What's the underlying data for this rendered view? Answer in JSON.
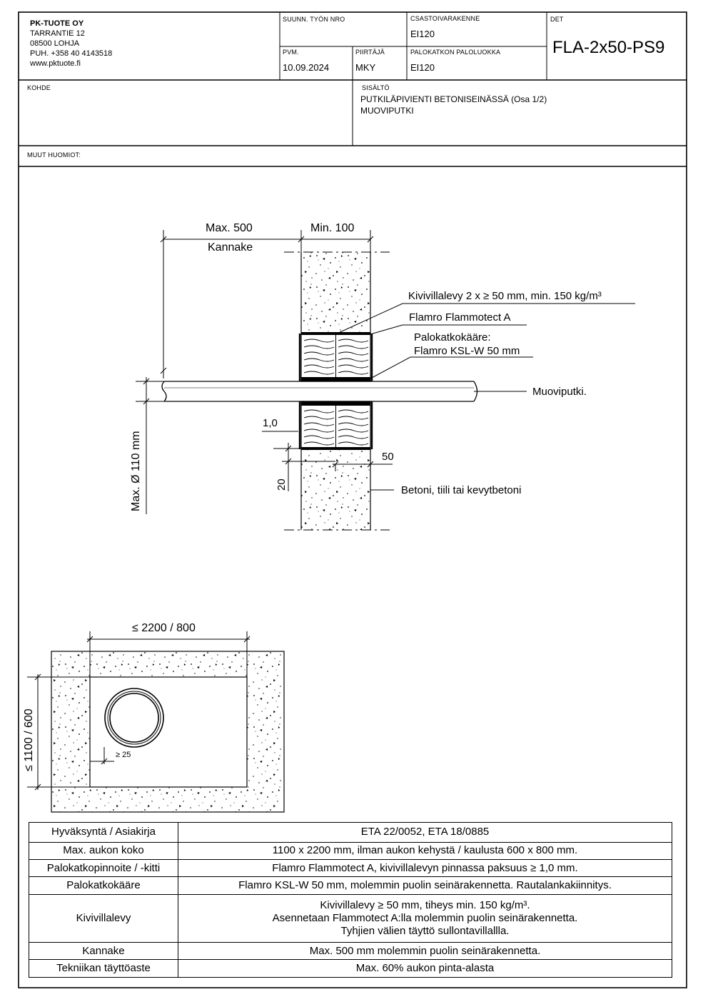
{
  "header": {
    "company": {
      "name": "PK-TUOTE OY",
      "street": "TARRANTIE 12",
      "city": "08500 LOHJA",
      "phone": "PUH. +358 40 4143518",
      "web": "www.pktuote.fi"
    },
    "work_no_label": "SUUNN. TYÖN NRO",
    "work_no_value": "",
    "date_label": "PVM.",
    "date_value": "10.09.2024",
    "drawer_label": "PIIRTÄJÄ",
    "drawer_value": "MKY",
    "structure_label": "CSASTOIVARAKENNE",
    "structure_value": "EI120",
    "fire_class_label": "PALOKATKON PALOLUOKKA",
    "fire_class_value": "EI120",
    "det_label": "DET",
    "det_value": "FLA-2x50-PS9",
    "target_label": "KOHDE",
    "content_label": "SISÄLTÖ",
    "content_line1": "PUTKILÄPIVIENTI BETONISEINÄSSÄ (Osa 1/2)",
    "content_line2": "MUOVIPUTKI",
    "notes_label": "MUUT HUOMIOT:"
  },
  "section_drawing": {
    "dim_max500": "Max. 500",
    "kannake": "Kannake",
    "dim_min100": "Min. 100",
    "label_kivivilla": "Kivivillalevy 2 x ≥ 50 mm, min. 150 kg/m³",
    "label_flammotect": "Flamro Flammotect A",
    "label_palokatko_1": "Palokatkokääre:",
    "label_palokatko_2": "Flamro KSL-W 50 mm",
    "label_pipe": "Muoviputki.",
    "dim_1_0": "1,0",
    "dim_50": "50",
    "dim_20": "20",
    "label_concrete": "Betoni, tiili tai kevytbetoni",
    "dim_diameter": "Max. Ø 110 mm"
  },
  "plan_drawing": {
    "dim_width": "≤ 2200 / 800",
    "dim_height": "≤ 1100 / 600",
    "dim_gap": "≥ 25"
  },
  "spec_table": [
    {
      "key": "Hyväksyntä / Asiakirja",
      "value": [
        "ETA 22/0052, ETA 18/0885"
      ]
    },
    {
      "key": "Max. aukon koko",
      "value": [
        "1100 x 2200 mm, ilman aukon kehystä / kaulusta 600 x 800 mm."
      ]
    },
    {
      "key": "Palokatkopinnoite / -kitti",
      "value": [
        "Flamro Flammotect A, kivivillalevyn pinnassa paksuus ≥ 1,0 mm."
      ]
    },
    {
      "key": "Palokatkokääre",
      "value": [
        "Flamro KSL-W 50 mm, molemmin puolin seinärakennetta. Rautalankakiinnitys."
      ]
    },
    {
      "key": "Kivivillalevy",
      "value": [
        "Kivivillalevy ≥ 50 mm, tiheys min. 150 kg/m³.",
        "Asennetaan Flammotect A:lla molemmin puolin seinärakennetta.",
        "Tyhjien välien täyttö sullontavillallla."
      ]
    },
    {
      "key": "Kannake",
      "value": [
        "Max. 500 mm molemmin puolin seinärakennetta."
      ]
    },
    {
      "key": "Tekniikan täyttöaste",
      "value": [
        "Max. 60% aukon pinta-alasta"
      ]
    }
  ]
}
